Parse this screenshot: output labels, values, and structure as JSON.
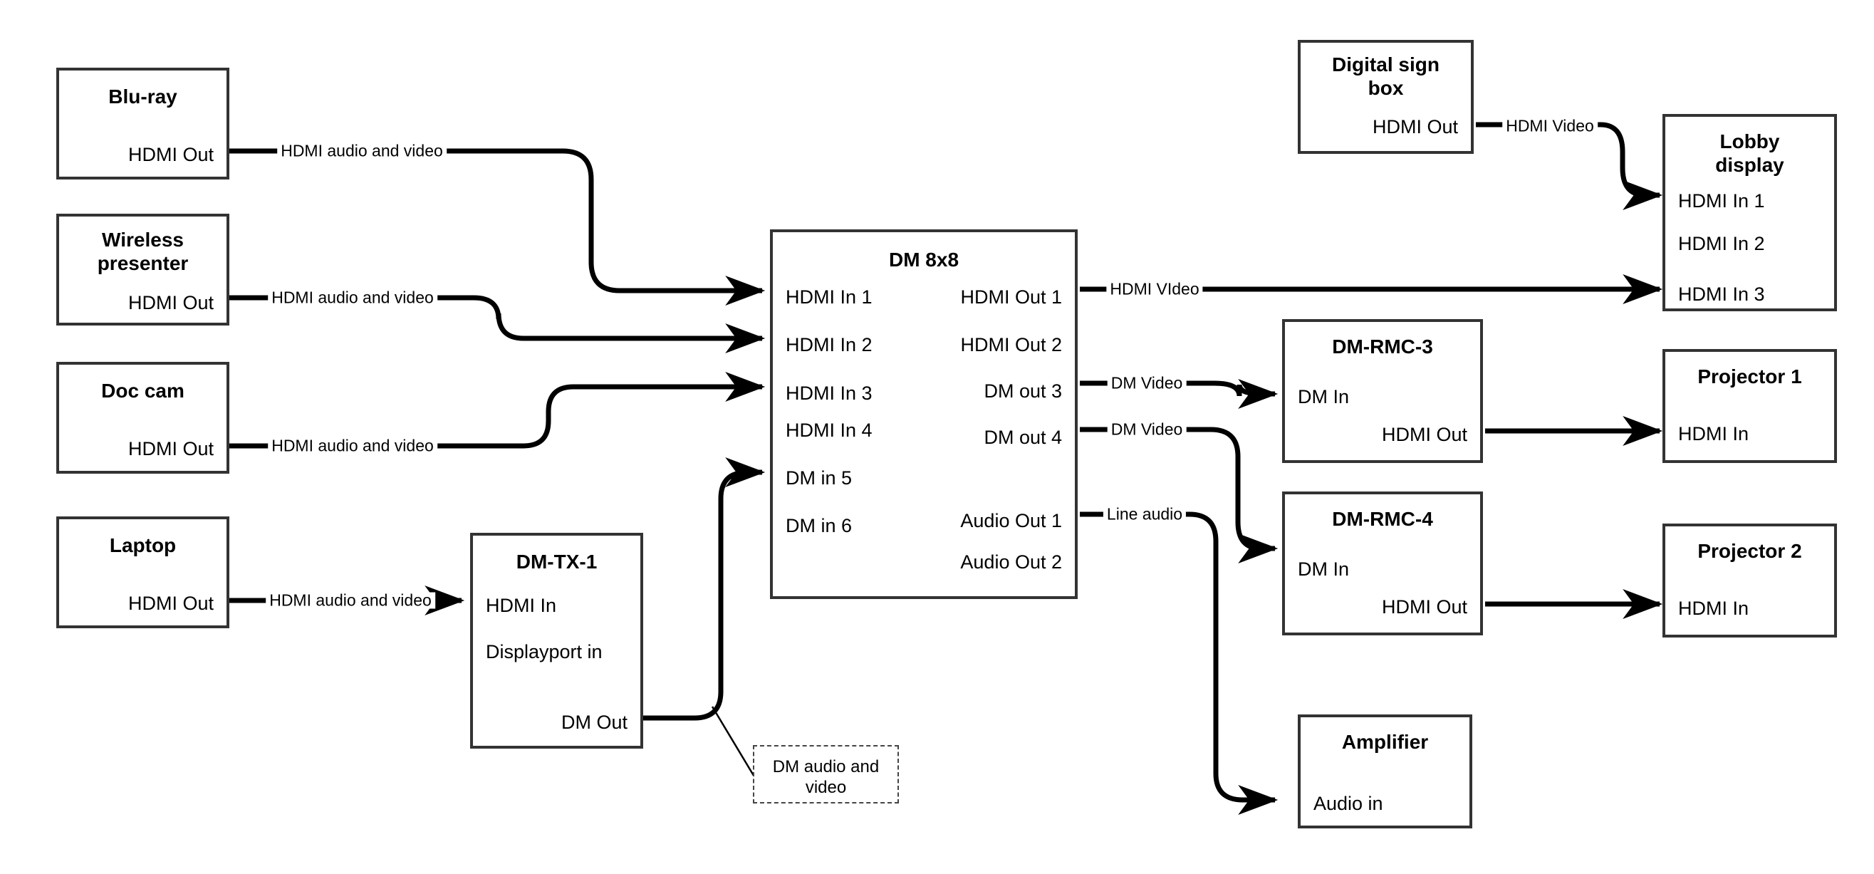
{
  "diagram": {
    "title": "AV signal flow diagram",
    "stroke_color": "#333333",
    "wire_color": "#000000",
    "background": "#ffffff"
  },
  "nodes": {
    "bluray": {
      "title": "Blu-ray",
      "ports": {
        "out1": "HDMI Out"
      }
    },
    "wireless": {
      "title": "Wireless\npresenter",
      "title_line1": "Wireless",
      "title_line2": "presenter",
      "ports": {
        "out1": "HDMI Out"
      }
    },
    "doccam": {
      "title": "Doc cam",
      "ports": {
        "out1": "HDMI Out"
      }
    },
    "laptop": {
      "title": "Laptop",
      "ports": {
        "out1": "HDMI Out"
      }
    },
    "dmtx1": {
      "title": "DM-TX-1",
      "ports": {
        "in1": "HDMI In",
        "in2": "Displayport in",
        "out1": "DM Out"
      }
    },
    "dm8x8": {
      "title": "DM 8x8",
      "inputs": [
        "HDMI In 1",
        "HDMI In 2",
        "HDMI In 3",
        "HDMI In 4",
        "DM in 5",
        "DM in 6"
      ],
      "outputs": [
        "HDMI Out 1",
        "HDMI Out 2",
        "DM out 3",
        "DM out 4",
        "Audio Out 1",
        "Audio Out 2"
      ]
    },
    "digitalsign": {
      "title_line1": "Digital sign",
      "title_line2": "box",
      "ports": {
        "out1": "HDMI Out"
      }
    },
    "lobby": {
      "title_line1": "Lobby",
      "title_line2": "display",
      "ports": {
        "in1": "HDMI In 1",
        "in2": "HDMI In 2",
        "in3": "HDMI In 3"
      }
    },
    "dmrmc3": {
      "title": "DM-RMC-3",
      "ports": {
        "in1": "DM In",
        "out1": "HDMI Out"
      }
    },
    "dmrmc4": {
      "title": "DM-RMC-4",
      "ports": {
        "in1": "DM In",
        "out1": "HDMI Out"
      }
    },
    "projector1": {
      "title": "Projector 1",
      "ports": {
        "in1": "HDMI In"
      }
    },
    "projector2": {
      "title": "Projector 2",
      "ports": {
        "in1": "HDMI In"
      }
    },
    "amplifier": {
      "title": "Amplifier",
      "ports": {
        "in1": "Audio in"
      }
    },
    "callout": {
      "line1": "DM audio and",
      "line2": "video"
    }
  },
  "wire_labels": {
    "bluray_to_dm": "HDMI audio and video",
    "wireless_to_dm": "HDMI audio and video",
    "doccam_to_dm": "HDMI audio and video",
    "laptop_to_dmtx": "HDMI audio and video",
    "sign_to_lobby": "HDMI Video",
    "dm_hdmiout1": "HDMI VIdeo",
    "dm_dmout3": "DM Video",
    "dm_dmout4": "DM Video",
    "dm_audioout1": "Line audio"
  }
}
